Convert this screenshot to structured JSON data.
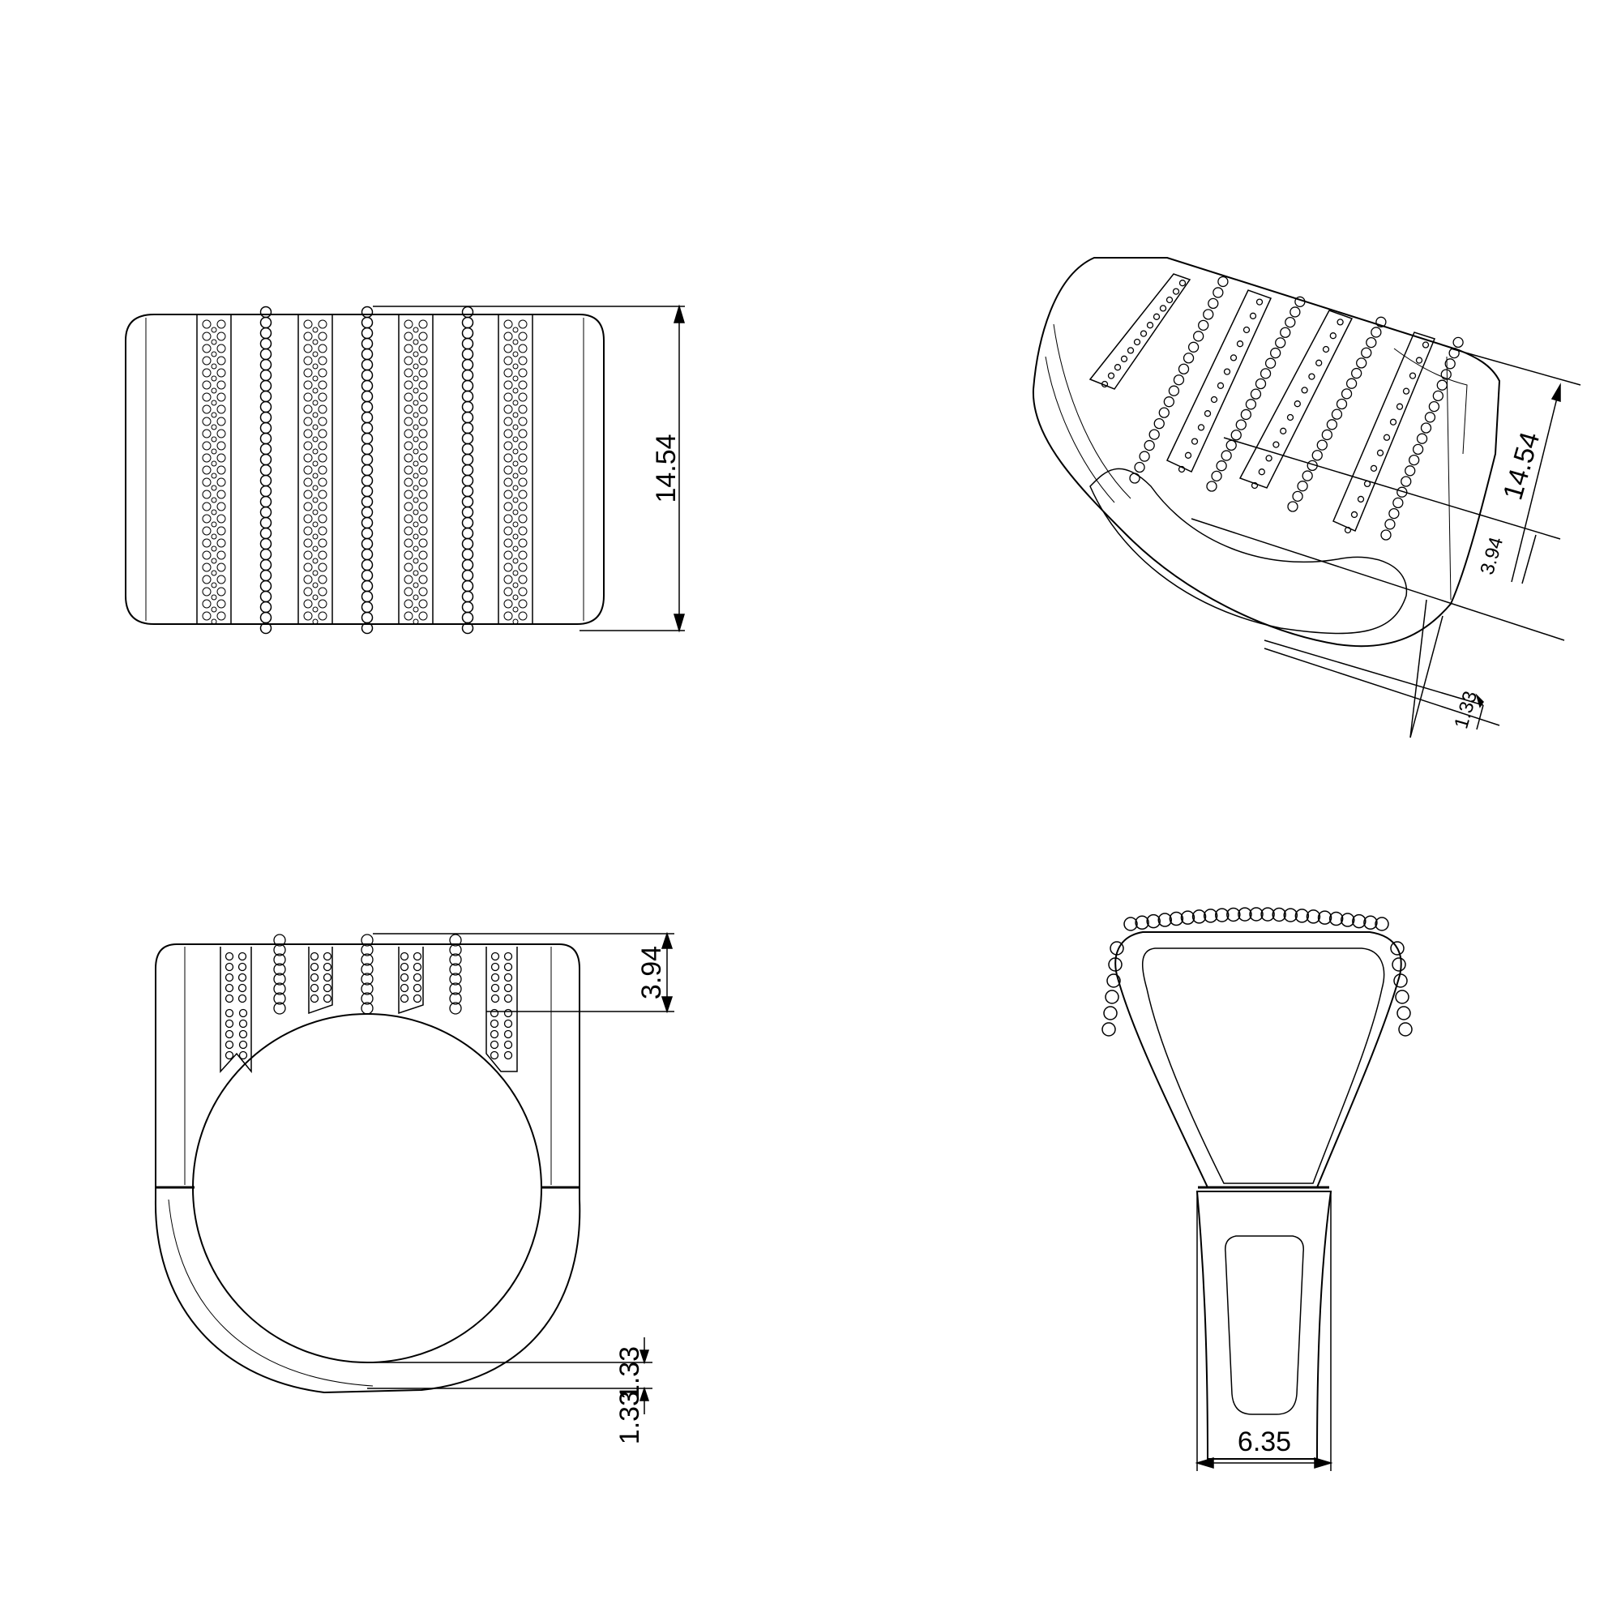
{
  "drawing": {
    "views": [
      {
        "id": "top-view",
        "dimensions": {
          "height": "14.54"
        }
      },
      {
        "id": "isometric-view",
        "dimensions": {
          "height": "14.54",
          "top_depth": "3.94",
          "shank": "1.33"
        }
      },
      {
        "id": "front-view",
        "dimensions": {
          "top_depth": "3.94",
          "shank_inner": "1.33",
          "shank_outer": "1.33"
        }
      },
      {
        "id": "side-view",
        "dimensions": {
          "shank_width": "6.35"
        }
      }
    ]
  },
  "colors": {
    "line": "#000000",
    "background": "#ffffff"
  }
}
